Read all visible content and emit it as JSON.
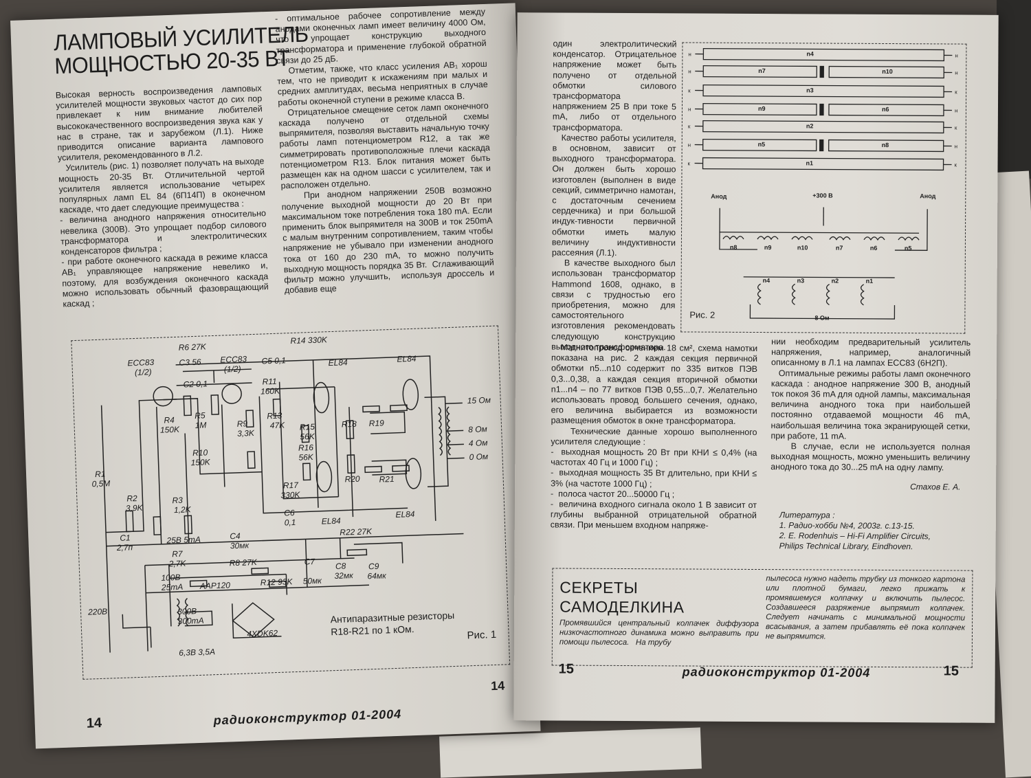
{
  "left_page": {
    "title_line1": "ЛАМПОВЫЙ УСИЛИТЕЛЬ",
    "title_line2": "МОЩНОСТЬЮ 20-35 ВТ",
    "col1": "Высокая верность воспроизведения ламповых усилителей мощности звуковых частот до сих пор привлекает к ним внимание любителей высококачественного воспроизведения звука как у нас в стране, так и зарубежом (Л.1). Ниже приводится описание варианта лампового усилителя, рекомендованного в Л.2.\n   Усилитель (рис. 1) позволяет получать на выходе мощность 20-35 Вт. Отличительной чертой усилителя является использование четырех популярных ламп EL 84 (6П14П) в оконечном каскаде, что дает следующие преимущества :\n- величина анодного напряжения относительно невелика (300В). Это упрощает подбор силового трансформатора и электролитических конденсаторов фильтра ;\n- при работе оконечного каскада в режиме класса АВ₁ управляющее напряжение невелико и, поэтому, для возбуждения оконечного каскада можно использовать обычный фазовращающий каскад ;",
    "col2": "- оптимальное рабочее сопротивление между анодами оконечных ламп имеет величину 4000 Ом, что упрощает конструкцию выходного трансформатора и применение глубокой обратной связи до 25 дБ.\n   Отметим, также, что класс усиления АВ₁ хорош тем, что не приводит к искажениям при малых и средних амплитудах, весьма неприятных в случае работы оконечной ступени в режиме класса В.\n   Отрицательное смещение сеток ламп оконечного каскада получено от отдельной схемы выпрямителя, позволяя выставить начальную точку работы ламп потенциометром R12, а так же симметрировать противоположные плечи каскада потенциометром R13. Блок питания может быть размещен как на одном шасси с усилителем, так и расположен отдельно.\n   При анодном напряжении 250В возможно получение выходной мощности до 20 Вт при максимальном токе потребления тока 180 mA. Если применить блок выпрямителя на 300В и ток 250mA с малым внутренним сопротивлением, таким чтобы напряжение не убывало при изменении анодного тока от 160 до 230 mA, то можно получить выходную мощность порядка 35 Вт.  Сглаживающий фильтр можно улучшить,  используя дроссель и добавив еще",
    "fig1": {
      "labels": [
        "R6 27K",
        "C3 56",
        "ECC83",
        "(1/2)",
        "ECC83",
        "(1/2)",
        "C5 0,1",
        "R14 330K",
        "EL84",
        "EL84",
        "C2 0,1",
        "R11",
        "160K",
        "R4",
        "150K",
        "R5",
        "1M",
        "R9",
        "3,3K",
        "R13",
        "47K",
        "R15",
        "56K",
        "R18",
        "R19",
        "15 Ом",
        "8 Ом",
        "4 Ом",
        "0 Ом",
        "R10",
        "150K",
        "R16",
        "56K",
        "R20",
        "R21",
        "R1",
        "0,5M",
        "R2",
        "3,9K",
        "R3",
        "1,2K",
        "R17",
        "330K",
        "C6",
        "0,1",
        "EL84",
        "EL84",
        "C1",
        "2,7п",
        "25В 5mA",
        "C4",
        "30мк",
        "R22 27K",
        "R7",
        "2,7K",
        "R8 27K",
        "C7",
        "C8",
        "32мк",
        "C9",
        "64мк",
        "100В",
        "25mA",
        "AAP120",
        "R12 93K",
        "50мк",
        "220В",
        "300В",
        "300mA",
        "4XDK62",
        "6,3В 3,5A"
      ],
      "note_line1": "Антипаразитные резисторы",
      "note_line2": "R18-R21 по 1 кОм.",
      "caption": "Рис. 1"
    },
    "page_number_inner": "14",
    "page_number": "14",
    "brand": "радиоконструктор 01-2004"
  },
  "right_page": {
    "col1": "один электролитический конденсатор. Отрицательное напряжение может быть получено от отдельной обмотки силового трансформатора напряжением 25 В при токе 5 mA, либо от отдельного трансформатора.\n   Качество работы усилителя, в основном, зависит от выходного трансформатора. Он должен быть хорошо изготовлен (выполнен в виде секций, симметрично намотан, с достаточным сечением сердечника) и при большой индук-тивности первичной обмотки иметь малую величину индуктивности рассеяния (Л.1).\n   В качестве выходного был использован трансформатор Hammond 1608, однако, в связи с трудностью его приобретения, можно для самостоятельного изготовления рекомендовать следующую конструкцию выходного трансформатора.",
    "col1b": "   Магнитопровод сечением 18 см², схема намотки показана на рис. 2 каждая секция первичной обмотки n5...n10 содержит по 335 витков ПЭВ 0,3...0,38, а каждая секция вторичной обмотки n1...n4 – по 77 витков ПЭВ 0,55...0,7. Желательно использовать провод большего сечения, однако, его величина выбирается из возможности размещения обмоток в окне трансформатора.\n   Технические данные хорошо выполненного усилителя следующие :\n-  выходная мощность 20 Вт при КНИ ≤ 0,4% (на частотах 40 Гц и 1000 Гц) ;\n-  выходная мощность 35 Вт длительно, при КНИ ≤ 3% (на частоте 1000 Гц) ;\n-  полоса частот 20...50000 Гц ;\n-  величина входного сигнала около 1 В зависит от глубины выбранной отрицательной обратной связи. При меньшем входном напряже-",
    "col2": "нии необходим предварительный усилитель напряжения, например, аналогичный описанному в Л.1 на лампах ECC83 (6Н2П).\n   Оптимальные режимы работы ламп оконечного каскада : анодное напряжение 300 В, анодный ток покоя 36 mA для одной лампы, максимальная величина анодного тока при наибольшей постоянно отдаваемой мощности 46 mA, наибольшая величина тока экранирующей сетки, при работе, 11 mA.\n   В случае, если не используется полная выходная мощность, можно уменьшить величину анодного тока до 30...25 mA на одну лампу.",
    "author": "Стахов Е. А.",
    "lit_title": "Литература :",
    "lit_1": "1. Радио-хобби №4, 2003г. с.13-15.",
    "lit_2": "2. E. Rodenhuis – Hi-Fi Amplifier Circuits, Philips Technical Library, Eindhoven.",
    "fig2": {
      "windings": [
        "n4",
        "n7",
        "n10",
        "n3",
        "n9",
        "n6",
        "n2",
        "n5",
        "n8",
        "n1"
      ],
      "labels": [
        "Анод",
        "+300 В",
        "Анод",
        "n8",
        "n9",
        "n10",
        "n7",
        "n6",
        "n5",
        "n4",
        "n3",
        "n2",
        "n1",
        "8 Ом"
      ],
      "k": "к",
      "n": "н",
      "caption": "Рис. 2"
    },
    "secrets_title_1": "СЕКРЕТЫ",
    "secrets_title_2": "САМОДЕЛКИНА",
    "secrets_col1": "Промявшийся центральный колпачек диффузора низкочастотного динамика можно выправить при помощи пылесоса.   На трубу",
    "secrets_col2": "пылесоса нужно надеть трубку из тонкого картона или плотной бумаги, легко прижать к промявшемуся колпачку и включить пылесос. Создавшееся разряжение выпрямит колпачек. Следует начинать с минимальной мощности всасывания, а затем прибавлять её пока колпачек не выпрямится.",
    "page_number_left": "15",
    "brand": "радиоконструктор 01-2004",
    "page_number_right": "15"
  }
}
